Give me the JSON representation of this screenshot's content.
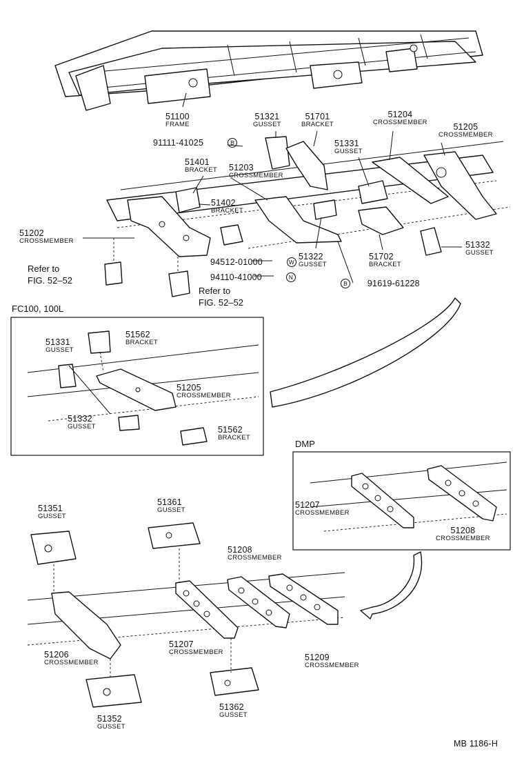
{
  "parts": [
    {
      "id": "p51100",
      "number": "51100",
      "desc": "FRAME"
    },
    {
      "id": "p51321",
      "number": "51321",
      "desc": "GUSSET"
    },
    {
      "id": "p51701",
      "number": "51701",
      "desc": "BRACKET"
    },
    {
      "id": "p51204",
      "number": "51204",
      "desc": "CROSSMEMBER"
    },
    {
      "id": "p51205a",
      "number": "51205",
      "desc": "CROSSMEMBER"
    },
    {
      "id": "p51331a",
      "number": "51331",
      "desc": "GUSSET"
    },
    {
      "id": "p51401",
      "number": "51401",
      "desc": "BRACKET"
    },
    {
      "id": "p51203",
      "number": "51203",
      "desc": "CROSSMEMBER"
    },
    {
      "id": "p51402",
      "number": "51402",
      "desc": "BRACKET"
    },
    {
      "id": "p51202",
      "number": "51202",
      "desc": "CROSSMEMBER"
    },
    {
      "id": "p51322",
      "number": "51322",
      "desc": "GUSSET"
    },
    {
      "id": "p51702",
      "number": "51702",
      "desc": "BRACKET"
    },
    {
      "id": "p51332a",
      "number": "51332",
      "desc": "GUSSET"
    },
    {
      "id": "p51331b",
      "number": "51331",
      "desc": "GUSSET"
    },
    {
      "id": "p51562a",
      "number": "51562",
      "desc": "BRACKET"
    },
    {
      "id": "p51205b",
      "number": "51205",
      "desc": "CROSSMEMBER"
    },
    {
      "id": "p51332b",
      "number": "51332",
      "desc": "GUSSET"
    },
    {
      "id": "p51562b",
      "number": "51562",
      "desc": "BRACKET"
    },
    {
      "id": "p51207a",
      "number": "51207",
      "desc": "CROSSMEMBER"
    },
    {
      "id": "p51208a",
      "number": "51208",
      "desc": "CROSSMEMBER"
    },
    {
      "id": "p51351",
      "number": "51351",
      "desc": "GUSSET"
    },
    {
      "id": "p51361",
      "number": "51361",
      "desc": "GUSSET"
    },
    {
      "id": "p51208b",
      "number": "51208",
      "desc": "CROSSMEMBER"
    },
    {
      "id": "p51206",
      "number": "51206",
      "desc": "CROSSMEMBER"
    },
    {
      "id": "p51207b",
      "number": "51207",
      "desc": "CROSSMEMBER"
    },
    {
      "id": "p51209",
      "number": "51209",
      "desc": "CROSSMEMBER"
    },
    {
      "id": "p51352",
      "number": "51352",
      "desc": "GUSSET"
    },
    {
      "id": "p51362",
      "number": "51362",
      "desc": "GUSSET"
    }
  ],
  "fasteners": [
    {
      "id": "f1",
      "number": "91111-41025",
      "symbol": "B"
    },
    {
      "id": "f2",
      "number": "94512-01000",
      "symbol": "W"
    },
    {
      "id": "f3",
      "number": "94110-41000",
      "symbol": "N"
    },
    {
      "id": "f4",
      "number": "91619-61228",
      "symbol": "B"
    }
  ],
  "references": [
    {
      "id": "r1",
      "line1": "Refer to",
      "line2": "FIG. 52–52"
    },
    {
      "id": "r2",
      "line1": "Refer to",
      "line2": "FIG. 52–52"
    }
  ],
  "sections": {
    "fc100": "FC100, 100L",
    "dmp": "DMP"
  },
  "footer": "MB  1186-H"
}
